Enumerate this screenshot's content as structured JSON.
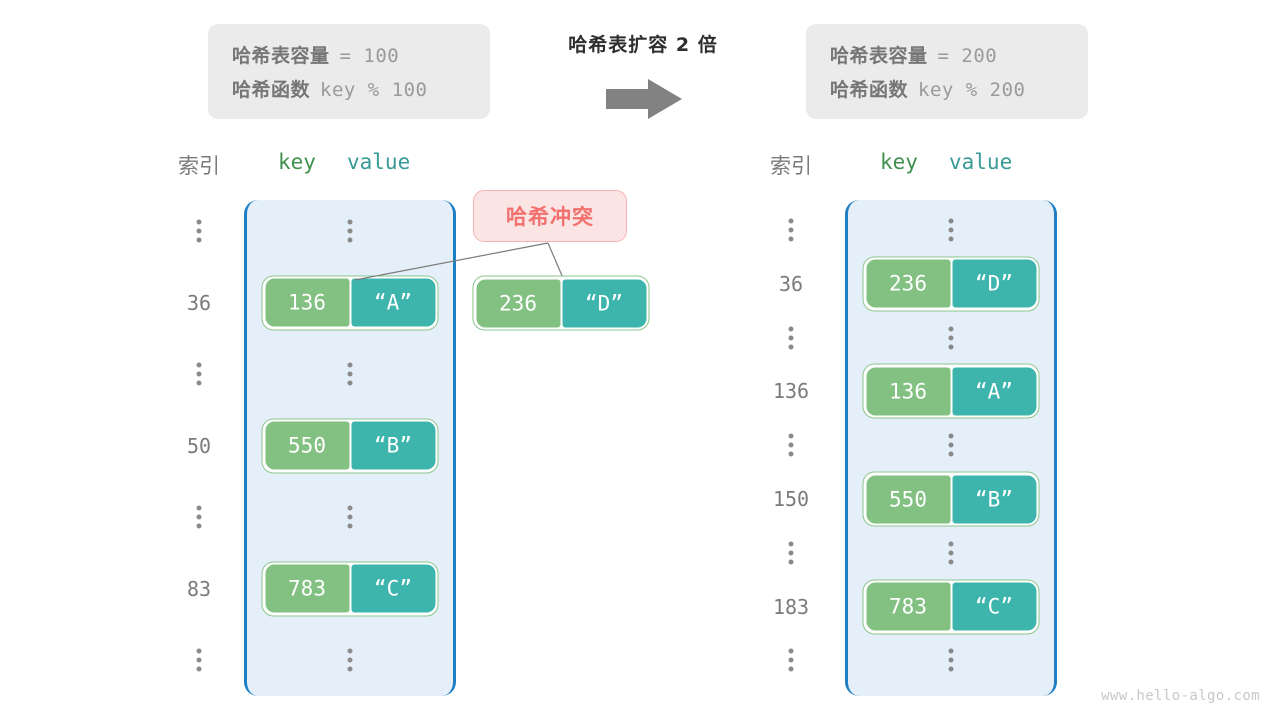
{
  "header": {
    "left_box": {
      "capacity_label": "哈希表容量",
      "capacity_value": "= 100",
      "function_label": "哈希函数",
      "function_value": "key % 100"
    },
    "right_box": {
      "capacity_label": "哈希表容量",
      "capacity_value": "= 200",
      "function_label": "哈希函数",
      "function_value": "key % 200"
    },
    "transition_caption": "哈希表扩容 2 倍",
    "arrow_icon": "right-arrow-icon",
    "arrow_color": "#828282"
  },
  "left_table": {
    "head_index": "索引",
    "head_key": "key",
    "head_value": "value",
    "rows": [
      {
        "type": "ellipsis",
        "index": ""
      },
      {
        "type": "entry",
        "index": "36",
        "key": "136",
        "value": "“A”"
      },
      {
        "type": "ellipsis",
        "index": ""
      },
      {
        "type": "entry",
        "index": "50",
        "key": "550",
        "value": "“B”"
      },
      {
        "type": "ellipsis",
        "index": ""
      },
      {
        "type": "entry",
        "index": "83",
        "key": "783",
        "value": "“C”"
      },
      {
        "type": "ellipsis",
        "index": ""
      }
    ]
  },
  "right_table": {
    "head_index": "索引",
    "head_key": "key",
    "head_value": "value",
    "rows": [
      {
        "type": "ellipsis",
        "index": ""
      },
      {
        "type": "entry",
        "index": "36",
        "key": "236",
        "value": "“D”"
      },
      {
        "type": "ellipsis",
        "index": ""
      },
      {
        "type": "entry",
        "index": "136",
        "key": "136",
        "value": "“A”"
      },
      {
        "type": "ellipsis",
        "index": ""
      },
      {
        "type": "entry",
        "index": "150",
        "key": "550",
        "value": "“B”"
      },
      {
        "type": "ellipsis",
        "index": ""
      },
      {
        "type": "entry",
        "index": "183",
        "key": "783",
        "value": "“C”"
      },
      {
        "type": "ellipsis",
        "index": ""
      }
    ]
  },
  "collision": {
    "label": "哈希冲突",
    "floating_entry": {
      "key": "236",
      "value": "“D”"
    },
    "accent_color": "#f2706d"
  },
  "watermark": "www.hello-algo.com",
  "colors": {
    "bucket_fill": "#e4eff9",
    "bucket_border": "#1f7fc4",
    "key_cell": "#83c183",
    "value_cell": "#3db5ad",
    "pair_border": "#8cc68c",
    "info_box_fill": "#ebebeb"
  }
}
